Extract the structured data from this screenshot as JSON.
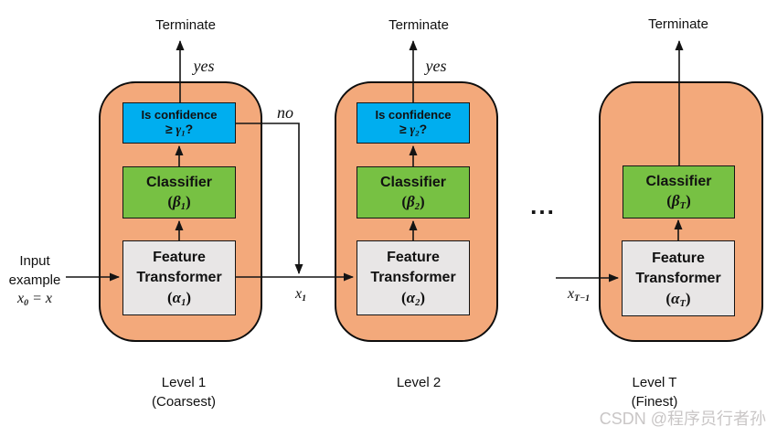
{
  "colors": {
    "orange": "#F3A97B",
    "blue": "#00AEEF",
    "green": "#77C143",
    "graybox": "#E8E6E6",
    "wm": "#C9C6C6"
  },
  "input": {
    "line1": "Input",
    "line2": "example",
    "math_base": "x",
    "math_sub": "0",
    "math_suffix": " = x"
  },
  "edges": {
    "yes1": "yes",
    "yes2": "yes",
    "no": "no",
    "x1": {
      "base": "x",
      "sub": "1"
    },
    "xT1": {
      "base": "x",
      "sub": "T−1"
    },
    "dots": "..."
  },
  "levels": [
    {
      "terminate": "Terminate",
      "confidence": {
        "line1": "Is confidence",
        "ge": "≥ ",
        "sym": "γ",
        "sub": "1",
        "q": "?"
      },
      "classifier": {
        "title": "Classifier",
        "open": "(",
        "sym": "β",
        "sub": "1",
        "close": ")"
      },
      "feature": {
        "line1": "Feature",
        "line2": "Transformer",
        "open": "(",
        "sym": "α",
        "sub": "1",
        "close": ")"
      },
      "caption1": "Level 1",
      "caption2": "(Coarsest)"
    },
    {
      "terminate": "Terminate",
      "confidence": {
        "line1": "Is confidence",
        "ge": "≥ ",
        "sym": "γ",
        "sub": "2",
        "q": "?"
      },
      "classifier": {
        "title": "Classifier",
        "open": "(",
        "sym": "β",
        "sub": "2",
        "close": ")"
      },
      "feature": {
        "line1": "Feature",
        "line2": "Transformer",
        "open": "(",
        "sym": "α",
        "sub": "2",
        "close": ")"
      },
      "caption1": "Level 2",
      "caption2": ""
    },
    {
      "terminate": "Terminate",
      "classifier": {
        "title": "Classifier",
        "open": "(",
        "sym": "β",
        "sub": "T",
        "close": ")"
      },
      "feature": {
        "line1": "Feature",
        "line2": "Transformer",
        "open": "(",
        "sym": "α",
        "sub": "T",
        "close": ")"
      },
      "caption1": "Level T",
      "caption2": "(Finest)"
    }
  ],
  "watermark": "CSDN @程序员行者孙"
}
